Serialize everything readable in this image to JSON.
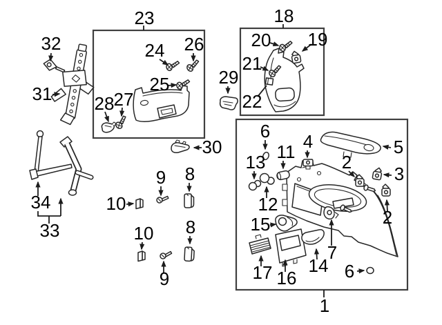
{
  "diagram": {
    "description": "Exploded parts diagram with numbered callouts",
    "colors": {
      "background": "#ffffff",
      "line": "#262626",
      "box_border": "#3f3f3f",
      "label": "#000000"
    },
    "boxes": {
      "b23": "23",
      "b18": "18",
      "b1": "1"
    },
    "callouts": {
      "n32": "32",
      "n31": "31",
      "n24": "24",
      "n26": "26",
      "n25": "25",
      "n28": "28",
      "n27": "27",
      "n30": "30",
      "n20": "20",
      "n19": "19",
      "n21": "21",
      "n22": "22",
      "n29": "29",
      "n34": "34",
      "n33": "33",
      "n10a": "10",
      "n9a": "9",
      "n8a": "8",
      "n10b": "10",
      "n9b": "9",
      "n8b": "8",
      "n6a": "6",
      "n13": "13",
      "n11": "11",
      "n12": "12",
      "n4": "4",
      "n5": "5",
      "n2a": "2",
      "n3": "3",
      "n2b": "2",
      "n15": "15",
      "n17": "17",
      "n16": "16",
      "n14": "14",
      "n7": "7",
      "n6b": "6",
      "n1": "1",
      "n23": "23",
      "n18": "18"
    }
  }
}
